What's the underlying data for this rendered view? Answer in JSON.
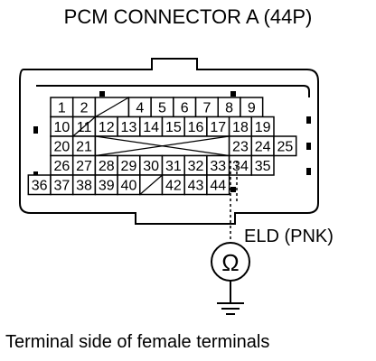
{
  "title": "PCM CONNECTOR A (44P)",
  "caption": "Terminal side of female terminals",
  "probe": {
    "label": "ELD (PNK)",
    "terminal": "33",
    "meter_symbol": "Ω"
  },
  "rows": [
    [
      {
        "label": "1",
        "w": 1
      },
      {
        "label": "2",
        "w": 1
      },
      {
        "label": "",
        "w": 1.5,
        "empty": true
      },
      {
        "label": "4",
        "w": 1
      },
      {
        "label": "5",
        "w": 1
      },
      {
        "label": "6",
        "w": 1
      },
      {
        "label": "7",
        "w": 1
      },
      {
        "label": "8",
        "w": 1
      },
      {
        "label": "9",
        "w": 1
      }
    ],
    [
      {
        "label": "10",
        "w": 1
      },
      {
        "label": "11",
        "w": 1,
        "empty": true
      },
      {
        "label": "12",
        "w": 1
      },
      {
        "label": "13",
        "w": 1
      },
      {
        "label": "14",
        "w": 1
      },
      {
        "label": "15",
        "w": 1
      },
      {
        "label": "16",
        "w": 1
      },
      {
        "label": "17",
        "w": 1
      },
      {
        "label": "18",
        "w": 1
      },
      {
        "label": "19",
        "w": 1
      }
    ],
    [
      {
        "label": "20",
        "w": 1
      },
      {
        "label": "21",
        "w": 1
      },
      {
        "label": "",
        "w": 6,
        "empty": true,
        "cross": true
      },
      {
        "label": "23",
        "w": 1
      },
      {
        "label": "24",
        "w": 1
      },
      {
        "label": "25",
        "w": 1
      }
    ],
    [
      {
        "label": "26",
        "w": 1
      },
      {
        "label": "27",
        "w": 1
      },
      {
        "label": "28",
        "w": 1
      },
      {
        "label": "29",
        "w": 1
      },
      {
        "label": "30",
        "w": 1
      },
      {
        "label": "31",
        "w": 1
      },
      {
        "label": "32",
        "w": 1
      },
      {
        "label": "33",
        "w": 1
      },
      {
        "label": "34",
        "w": 1
      },
      {
        "label": "35",
        "w": 1
      }
    ],
    [
      {
        "label": "36",
        "w": 1
      },
      {
        "label": "37",
        "w": 1
      },
      {
        "label": "38",
        "w": 1
      },
      {
        "label": "39",
        "w": 1
      },
      {
        "label": "40",
        "w": 1
      },
      {
        "label": "",
        "w": 1,
        "empty": true
      },
      {
        "label": "42",
        "w": 1
      },
      {
        "label": "43",
        "w": 1
      },
      {
        "label": "44",
        "w": 1
      }
    ]
  ]
}
